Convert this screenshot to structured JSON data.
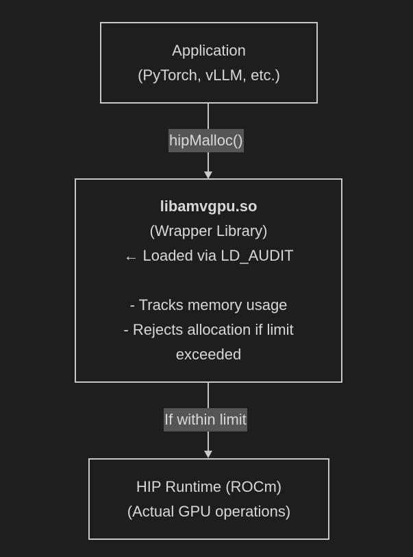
{
  "nodes": {
    "application": {
      "line1": "Application",
      "line2": "(PyTorch, vLLM, etc.)"
    },
    "wrapper": {
      "title": "libamvgpu.so",
      "subtitle": "(Wrapper Library)",
      "loaded_via": "← Loaded via LD_AUDIT",
      "bullet1": "- Tracks memory usage",
      "bullet2_line1": "- Rejects allocation if limit",
      "bullet2_line2": "exceeded"
    },
    "runtime": {
      "line1": "HIP Runtime (ROCm)",
      "line2": "(Actual GPU operations)"
    }
  },
  "edges": {
    "app_to_wrapper": "hipMalloc()",
    "wrapper_to_runtime": "If within limit"
  },
  "colors": {
    "background": "#1e1e1e",
    "stroke": "#c8c8c8",
    "text": "#d8d8d8",
    "label_bg": "#555555"
  }
}
